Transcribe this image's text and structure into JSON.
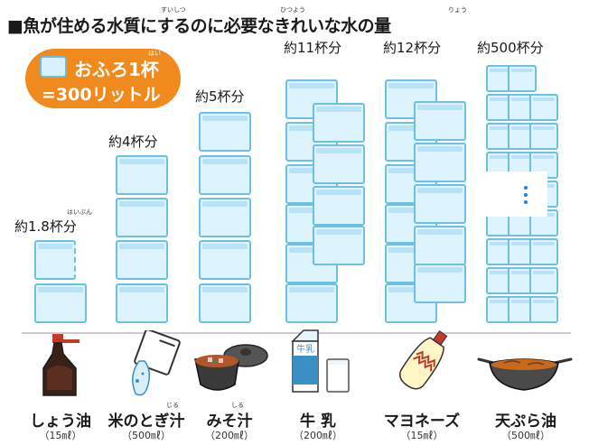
{
  "title": {
    "text": "■魚が住める水質にするのに必要なきれいな水の量",
    "ruby_suishitsu": "すいしつ",
    "ruby_hitsuyou": "ひつよう",
    "ruby_ryou": "りょう"
  },
  "badge": {
    "line1": "おふろ1杯",
    "line2": "=300リットル",
    "ruby_hai": "はい"
  },
  "columns": [
    {
      "label": "約1.8杯分",
      "ruby": "はいぶん"
    },
    {
      "label": "約4杯分"
    },
    {
      "label": "約5杯分"
    },
    {
      "label": "約11杯分"
    },
    {
      "label": "約12杯分"
    },
    {
      "label": "約500杯分"
    }
  ],
  "items": [
    {
      "name": "しょう油",
      "amount": "（15㎖）"
    },
    {
      "name": "米のとぎ汁",
      "amount": "（500㎖）",
      "ruby": "じる"
    },
    {
      "name": "みそ汁",
      "amount": "（200㎖）",
      "ruby": "しる"
    },
    {
      "name": "牛 乳",
      "amount": "（200㎖）"
    },
    {
      "name": "マヨネーズ",
      "amount": "（15㎖）"
    },
    {
      "name": "天ぷら油",
      "amount": "（500㎖）"
    }
  ],
  "colors": {
    "tub_fill": "#dcf2fc",
    "tub_border": "#6ec0e3",
    "badge": "#f08a1c"
  }
}
